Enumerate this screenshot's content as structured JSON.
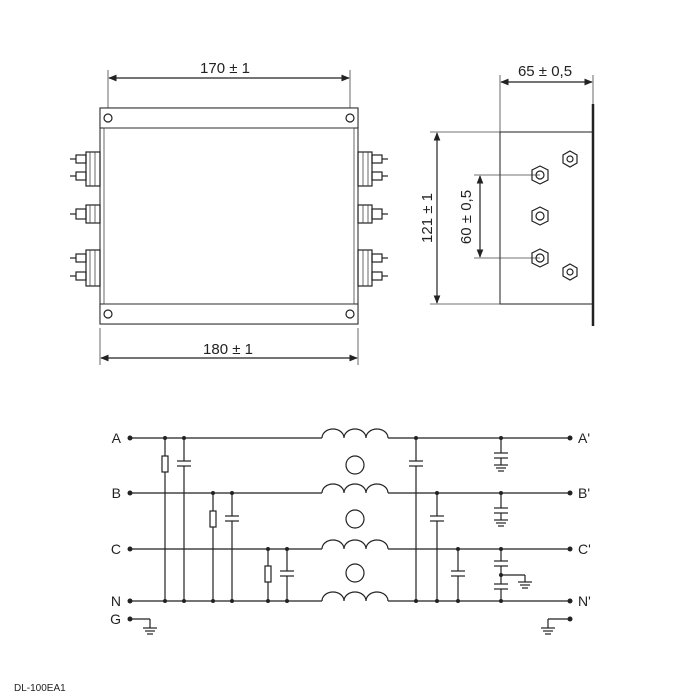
{
  "dimensions": {
    "top_width": "170 ± 1",
    "bottom_width": "180 ± 1",
    "side_depth": "65 ± 0,5",
    "height": "121 ± 1",
    "terminal_spacing": "60 ± 0,5"
  },
  "schematic": {
    "inputs": [
      "A",
      "B",
      "C",
      "N",
      "G"
    ],
    "outputs": [
      "A'",
      "B'",
      "C'",
      "N'"
    ]
  },
  "model_code": "DL-100EA1"
}
